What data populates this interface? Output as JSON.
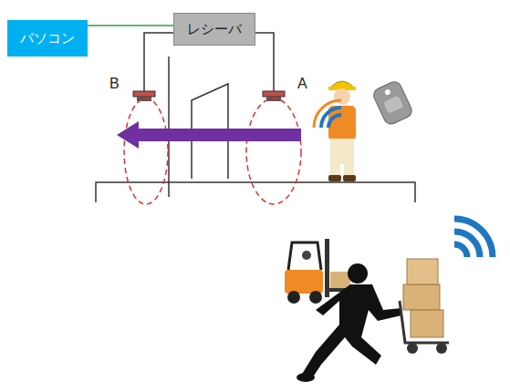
{
  "diagram": {
    "nodes": [
      {
        "text": [
          "パソコン"
        ]
      },
      {
        "text": [
          "レシーバ"
        ]
      }
    ],
    "edges": [
      {
        "from": 0,
        "to": 1,
        "arrow": "none"
      }
    ],
    "labels": [
      "B",
      "A"
    ]
  }
}
